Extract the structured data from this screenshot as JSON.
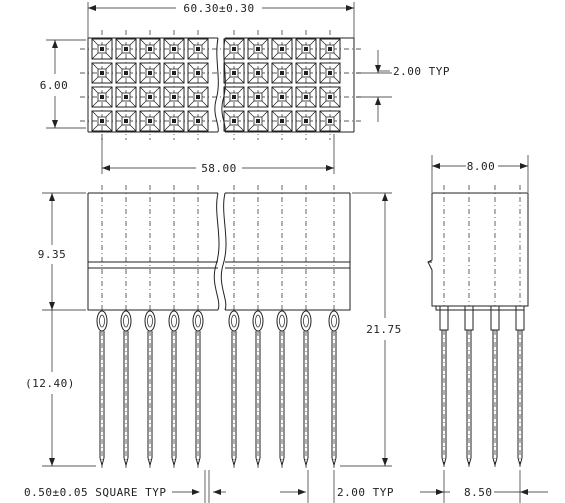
{
  "dimensions": {
    "overall_width": "60.30±0.30",
    "height_top": "6.00",
    "pitch_typ": "2.00 TYP",
    "pin_span": "58.00",
    "side_width": "8.00",
    "body_height": "9.35",
    "tail_length": "(12.40)",
    "overall_height": "21.75",
    "pin_square": "0.50±0.05 SQUARE TYP",
    "pitch_bottom": "2.00 TYP",
    "side_pin_span": "8.50"
  }
}
